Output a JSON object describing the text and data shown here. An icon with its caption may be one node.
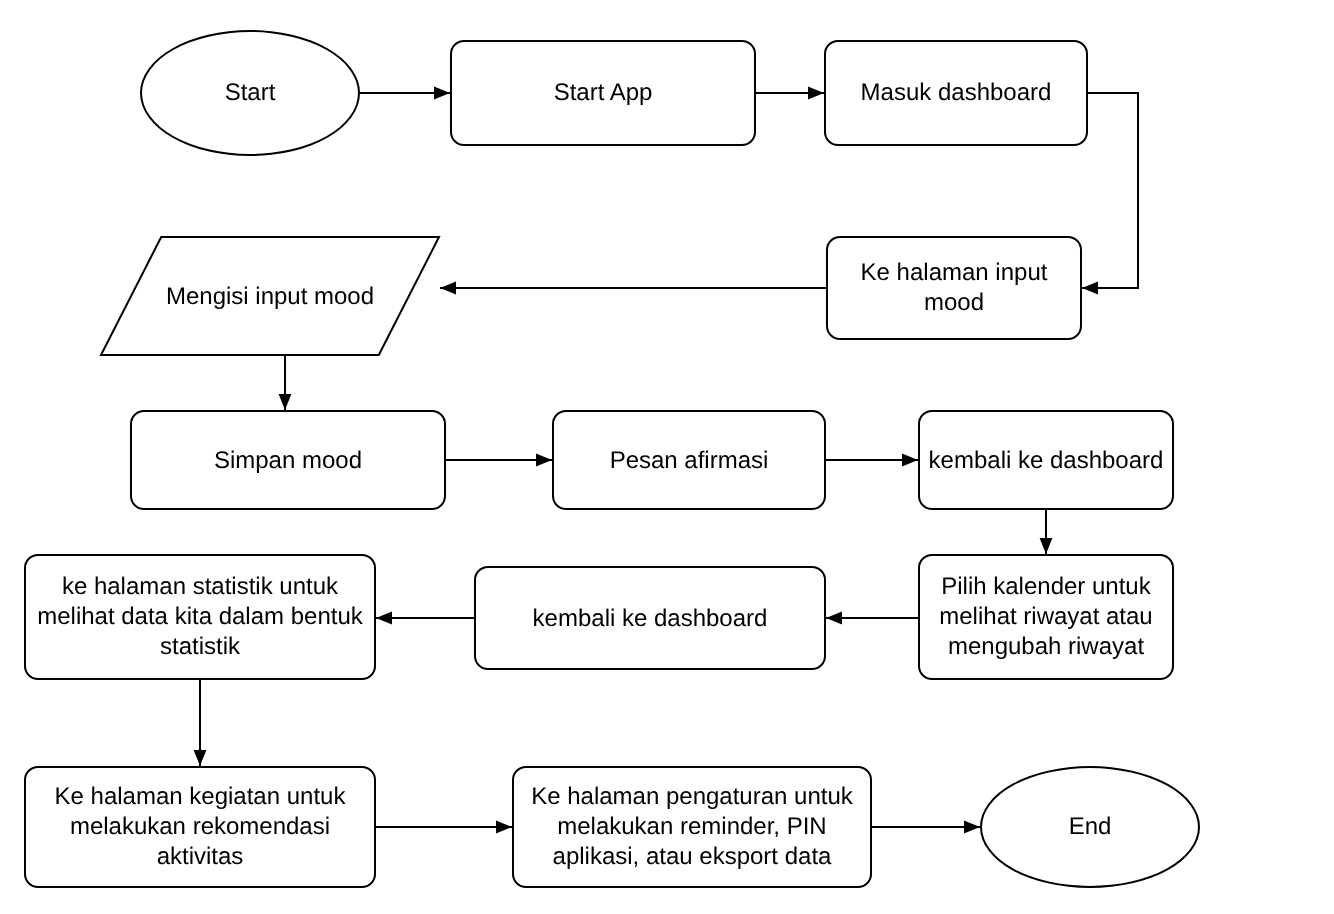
{
  "diagram": {
    "nodes": [
      {
        "text": [
          "Start"
        ]
      },
      {
        "text": [
          "Start App"
        ]
      },
      {
        "text": [
          "Masuk dashboard"
        ]
      },
      {
        "text": [
          "Ke halaman input mood"
        ]
      },
      {
        "text": [
          "Mengisi input mood"
        ]
      },
      {
        "text": [
          "Simpan mood"
        ]
      },
      {
        "text": [
          "Pesan afirmasi"
        ]
      },
      {
        "text": [
          "kembali ke dashboard"
        ]
      },
      {
        "text": [
          "Pilih kalender untuk melihat riwayat atau mengubah riwayat"
        ]
      },
      {
        "text": [
          "kembali ke dashboard"
        ]
      },
      {
        "text": [
          "ke halaman statistik untuk melihat data kita dalam bentuk statistik"
        ]
      },
      {
        "text": [
          "Ke halaman kegiatan untuk melakukan rekomendasi aktivitas"
        ]
      },
      {
        "text": [
          "Ke halaman pengaturan untuk melakukan reminder, PIN aplikasi, atau eksport data"
        ]
      },
      {
        "text": [
          "End"
        ]
      }
    ],
    "edges": [
      {
        "from": 0,
        "to": 1,
        "arrow": "to"
      },
      {
        "from": 1,
        "to": 2,
        "arrow": "to"
      },
      {
        "from": 2,
        "to": 3,
        "arrow": "to"
      },
      {
        "from": 3,
        "to": 4,
        "arrow": "to"
      },
      {
        "from": 4,
        "to": 5,
        "arrow": "to"
      },
      {
        "from": 5,
        "to": 6,
        "arrow": "to"
      },
      {
        "from": 6,
        "to": 7,
        "arrow": "to"
      },
      {
        "from": 7,
        "to": 8,
        "arrow": "to"
      },
      {
        "from": 8,
        "to": 9,
        "arrow": "to"
      },
      {
        "from": 9,
        "to": 10,
        "arrow": "to"
      },
      {
        "from": 10,
        "to": 11,
        "arrow": "to"
      },
      {
        "from": 11,
        "to": 12,
        "arrow": "to"
      },
      {
        "from": 12,
        "to": 13,
        "arrow": "to"
      }
    ]
  }
}
